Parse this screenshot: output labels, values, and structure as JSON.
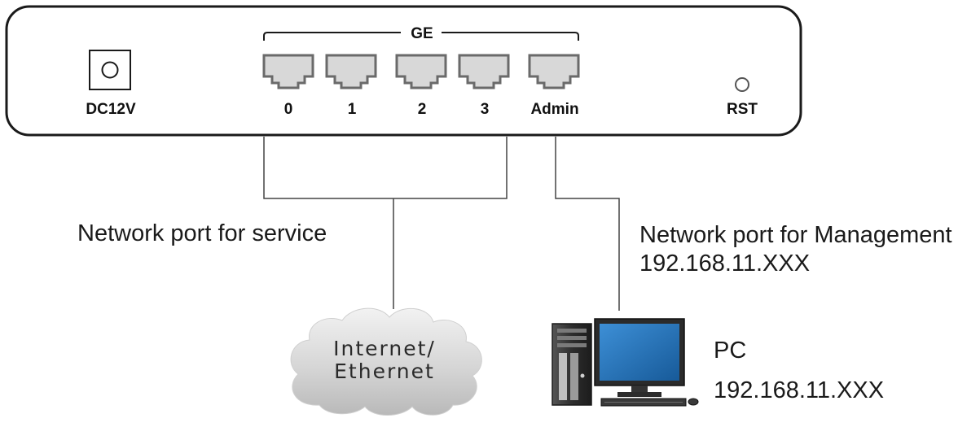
{
  "device": {
    "group_label": "GE",
    "power_label": "DC12V",
    "reset_label": "RST",
    "ports": [
      {
        "label": "0"
      },
      {
        "label": "1"
      },
      {
        "label": "2"
      },
      {
        "label": "3"
      },
      {
        "label": "Admin"
      }
    ]
  },
  "service": {
    "label": "Network port for service"
  },
  "management": {
    "label": "Network port for Management",
    "ip": "192.168.11.XXX"
  },
  "cloud": {
    "line1": "Internet/",
    "line2": "Ethernet"
  },
  "pc": {
    "label": "PC",
    "ip": "192.168.11.XXX"
  },
  "colors": {
    "outline": "#1a1a1a",
    "port_fill": "#d8d8d8",
    "port_stroke": "#6a6a6a",
    "monitor_screen": "#1f6fb4",
    "tower": "#3a3a3a",
    "cloud": "#d0d0d0"
  }
}
